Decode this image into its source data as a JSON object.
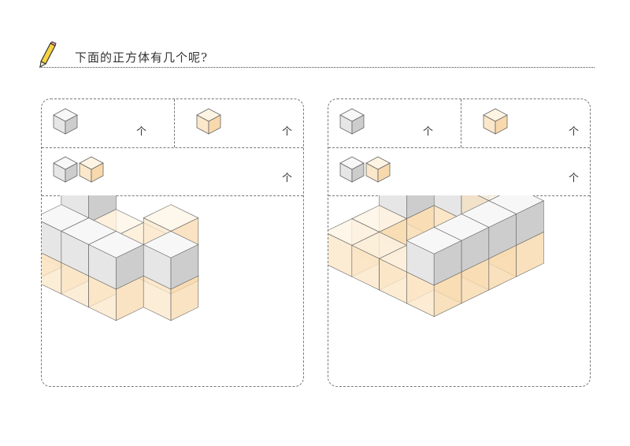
{
  "question": "下面的正方体有几个呢?",
  "colors": {
    "white_top": "#f7f7f7",
    "white_left": "#e6e6e6",
    "white_right": "#cdcdcd",
    "cream_top": "#fdf4e4",
    "cream_left": "#fbe7c9",
    "cream_right": "#f8d9ad",
    "line": "#666666"
  },
  "panels": [
    {
      "id": "left",
      "rows": [
        {
          "icon": "white-cube-icon",
          "unit": "个"
        },
        {
          "icon": "cream-cube-icon",
          "unit": "个"
        },
        {
          "icon": "white-and-cream-cubes-icon",
          "unit": "个"
        }
      ]
    },
    {
      "id": "right",
      "rows": [
        {
          "icon": "white-cube-icon",
          "unit": "个"
        },
        {
          "icon": "cream-cube-icon",
          "unit": "个"
        },
        {
          "icon": "white-and-cream-cubes-icon",
          "unit": "个"
        }
      ]
    }
  ]
}
